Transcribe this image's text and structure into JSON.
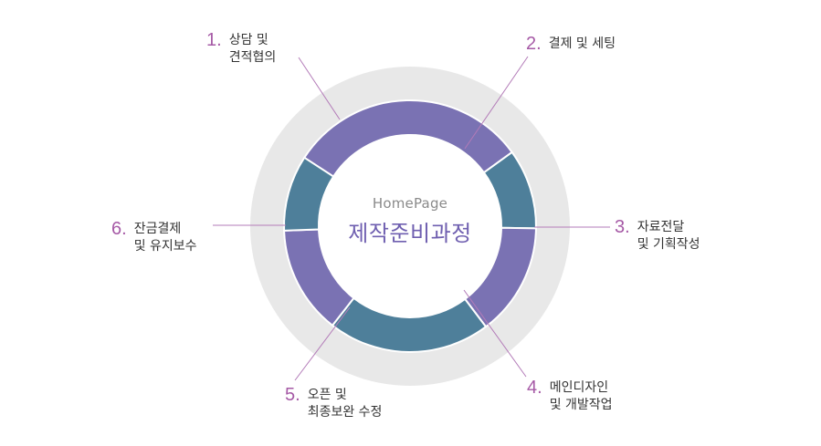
{
  "center": {
    "subtitle": "HomePage",
    "title": "제작준비과정"
  },
  "steps": [
    {
      "num": "1.",
      "line1": "상담 및",
      "line2": "견적협의"
    },
    {
      "num": "2.",
      "line1": "결제 및 세팅",
      "line2": ""
    },
    {
      "num": "3.",
      "line1": "자료전달",
      "line2": "및 기획작성"
    },
    {
      "num": "4.",
      "line1": "메인디자인",
      "line2": "및 개발작업"
    },
    {
      "num": "5.",
      "line1": "오픈 및",
      "line2": "최종보완 수정"
    },
    {
      "num": "6.",
      "line1": "잔금결제",
      "line2": "및 유지보수"
    }
  ],
  "colors": {
    "purple": "#7a72b3",
    "teal": "#4e7f9a",
    "outer_ring": "#e8e8e8",
    "connector": "#b37bb8",
    "number": "#a65aa6",
    "center_title": "#6f5fb0"
  }
}
